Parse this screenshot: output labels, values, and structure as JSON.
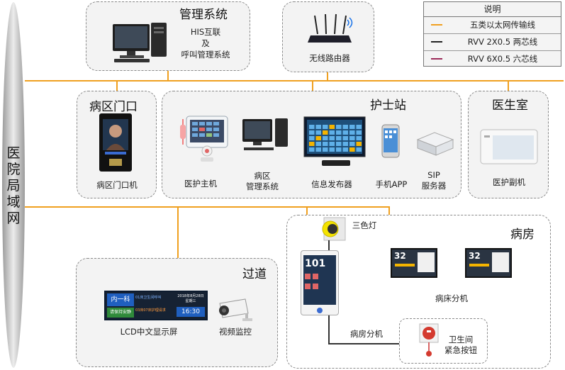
{
  "network": {
    "label": "医院局域网"
  },
  "legend": {
    "title": "说明",
    "items": [
      {
        "color": "#f0a020",
        "text": "五类以太网传输线"
      },
      {
        "color": "#222222",
        "text": "RVV 2X0.5 两芯线"
      },
      {
        "color": "#9c2a5a",
        "text": "RVV 6X0.5 六芯线"
      }
    ]
  },
  "zones": {
    "management": {
      "title": "管理系统",
      "desc": [
        "HIS互联",
        "及",
        "呼叫管理系统"
      ]
    },
    "router": {
      "label": "无线路由器"
    },
    "ward_gate": {
      "title": "病区门口",
      "device": "病区门口机"
    },
    "nurse_station": {
      "title": "护士站",
      "devices": [
        "医护主机",
        "病区\n管理系统",
        "信息发布器",
        "手机APP",
        "SIP\n服务器"
      ]
    },
    "doctor_room": {
      "title": "医生室",
      "device": "医护副机"
    },
    "corridor": {
      "title": "过道",
      "devices": [
        "LCD中文显示屏",
        "视频监控"
      ],
      "lcd": {
        "dept": "内一科",
        "tag": "请保持安静",
        "msg1": "01床卫生间呼叫",
        "msg2": "03床07床护理请求",
        "date": "2018年8月28日",
        "week": "星期三",
        "time": "16:30"
      }
    },
    "ward": {
      "title": "病房",
      "lamp": "三色灯",
      "room_number": "101",
      "bed_label": "病床分机",
      "room_label": "病房分机",
      "bed_number": "32",
      "toilet": "卫生间\n紧急按钮"
    }
  }
}
